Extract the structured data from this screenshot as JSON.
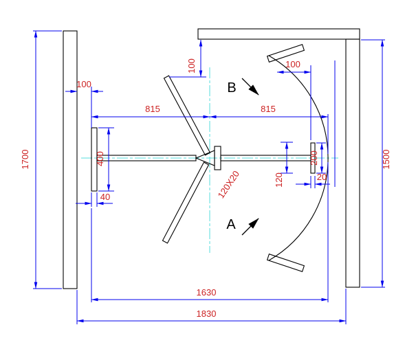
{
  "drawing": {
    "type": "cad-plan-turnstile",
    "colors": {
      "outline": "#000000",
      "dim": "#0000ee",
      "text": "#cc2222",
      "centerline": "#55dede",
      "view_letter": "#000000"
    },
    "labels": {
      "dim_1700": "1700",
      "dim_100_left": "100",
      "dim_815_left": "815",
      "dim_815_right": "815",
      "dim_100_top": "100",
      "dim_100_topright": "100",
      "dim_1500": "1500",
      "dim_400": "400",
      "dim_40": "40",
      "dim_120x20": "120X20",
      "dim_120": "120",
      "dim_200": "200",
      "dim_20": "20",
      "dim_1630": "1630",
      "dim_1830": "1830",
      "view_b": "B",
      "view_a": "A"
    }
  }
}
